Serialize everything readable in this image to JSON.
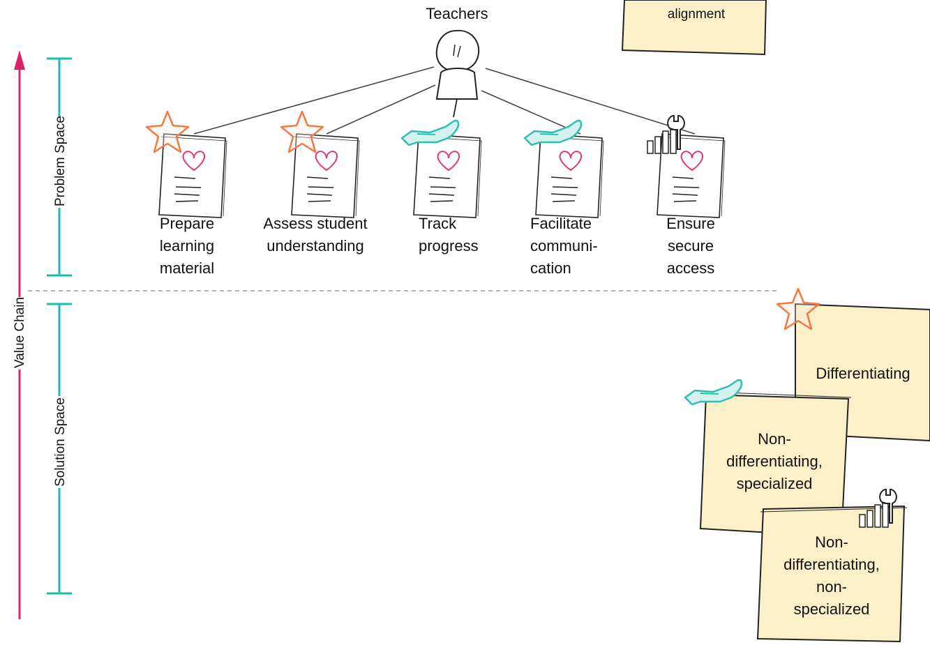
{
  "actor": {
    "name": "Teachers"
  },
  "top_note": {
    "text": "alignment"
  },
  "axis": {
    "value_chain": "Value Chain",
    "problem_space": "Problem Space",
    "solution_space": "Solution Space"
  },
  "capabilities": [
    {
      "label": "Prepare\nlearning\nmaterial",
      "marker": "star-icon"
    },
    {
      "label": "Assess student\nunderstanding",
      "marker": "star-icon"
    },
    {
      "label": "Track\nprogress",
      "marker": "hand-icon"
    },
    {
      "label": "Facilitate\ncommuni-\ncation",
      "marker": "hand-icon"
    },
    {
      "label": "Ensure\nsecure\naccess",
      "marker": "wrench-chart-icon"
    }
  ],
  "legend": [
    {
      "text": "Differentiating",
      "marker": "star-icon"
    },
    {
      "text": "Non-\ndifferentiating,\nspecialized",
      "marker": "hand-icon"
    },
    {
      "text": "Non-\ndifferentiating,\nnon-\nspecialized",
      "marker": "wrench-chart-icon"
    }
  ],
  "colors": {
    "note_fill": "#fbf0c7",
    "arrow": "#d6246b",
    "bracket": "#1bbbad",
    "star": "#f07a43",
    "hand": "#2bbfb1",
    "heart": "#e2347c"
  }
}
